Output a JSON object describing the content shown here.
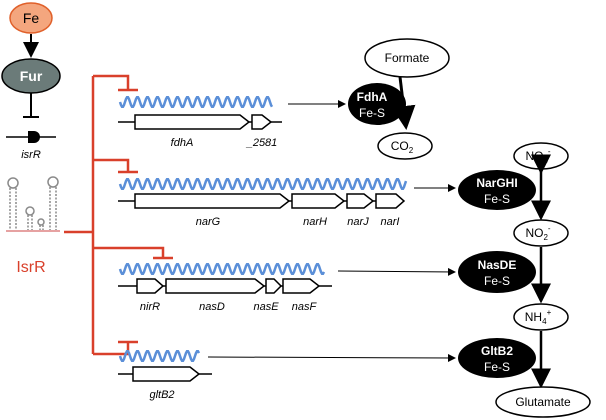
{
  "regulators": {
    "fe": "Fe",
    "fur": "Fur",
    "isrR_gene": "isrR",
    "isrR_rna": "IsrR"
  },
  "operons": {
    "fdh": {
      "genes": [
        "fdhA",
        "_2581"
      ]
    },
    "nar": {
      "genes": [
        "narG",
        "narH",
        "narJ",
        "narI"
      ]
    },
    "nas": {
      "genes": [
        "nirR",
        "nasD",
        "nasE",
        "nasF"
      ]
    },
    "glt": {
      "genes": [
        "gltB2"
      ]
    }
  },
  "enzymes": [
    {
      "name": "FdhA",
      "cofactor": "Fe-S"
    },
    {
      "name": "NarGHI",
      "cofactor": "Fe-S"
    },
    {
      "name": "NasDE",
      "cofactor": "Fe-S"
    },
    {
      "name": "GltB2",
      "cofactor": "Fe-S"
    }
  ],
  "metabolites": {
    "formate": "Formate",
    "co2": "CO",
    "co2_sub": "2",
    "no3": "NO",
    "no3_sub": "3",
    "no3_sup": "-",
    "no2": "NO",
    "no2_sub": "2",
    "no2_sup": "-",
    "nh4": "NH",
    "nh4_sub": "4",
    "nh4_sup": "+",
    "glutamate": "Glutamate"
  },
  "colors": {
    "fe_fill": "#f4a67e",
    "fe_stroke": "#e0602a",
    "fur_fill": "#6b7b79",
    "repression_red": "#d9402b",
    "mrna_blue": "#5b8fd8",
    "enzyme_fill": "#000000"
  }
}
